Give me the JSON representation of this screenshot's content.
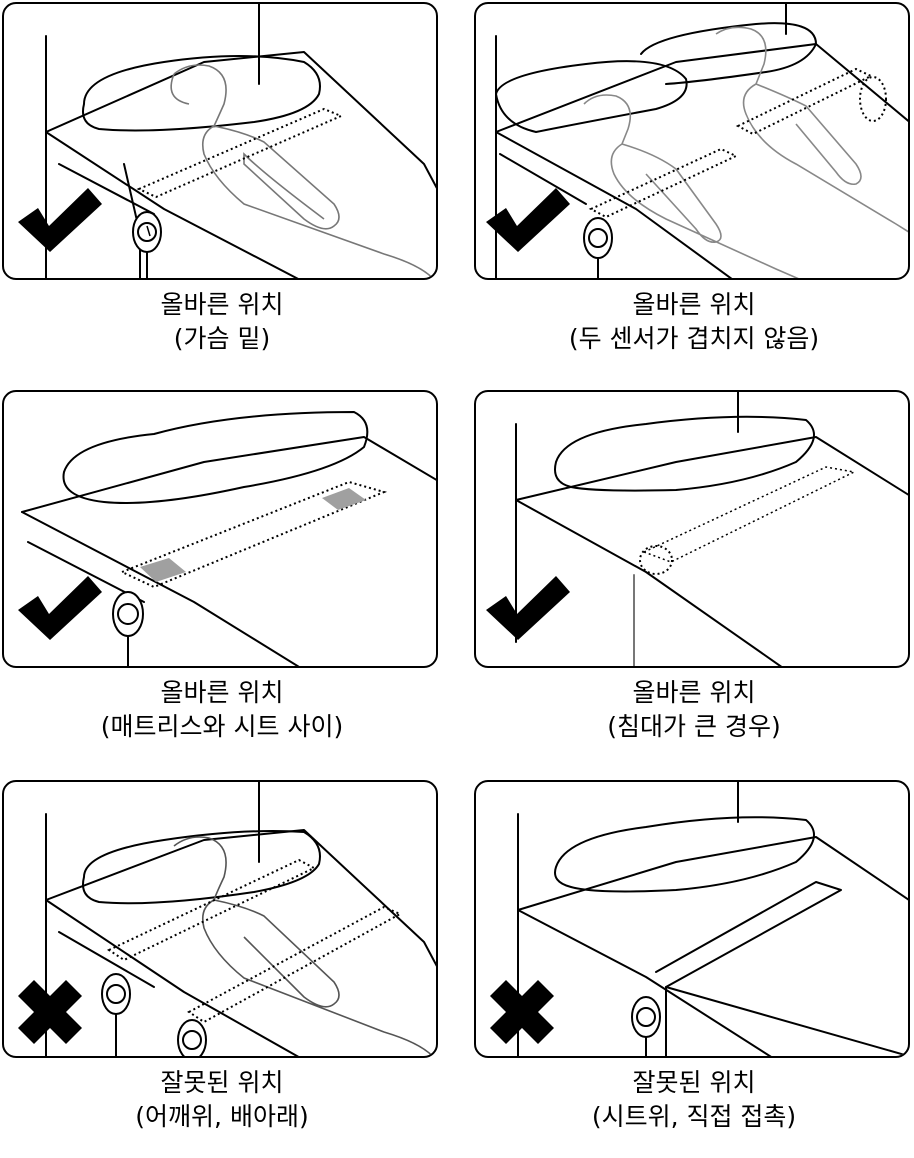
{
  "colors": {
    "ink": "#000000",
    "skin": "#777777",
    "shade": "#a0a0a0"
  },
  "panels": [
    {
      "label": "올바른 위치",
      "detail": "(가슴 밑)",
      "mark": "check-icon",
      "correct": true
    },
    {
      "label": "올바른 위치",
      "detail": "(두 센서가 겹치지 않음)",
      "mark": "check-icon",
      "correct": true
    },
    {
      "label": "올바른 위치",
      "detail": "(매트리스와 시트 사이)",
      "mark": "check-icon",
      "correct": true
    },
    {
      "label": "올바른 위치",
      "detail": "(침대가 큰 경우)",
      "mark": "check-icon",
      "correct": true
    },
    {
      "label": "잘못된 위치",
      "detail": "(어깨위, 배아래)",
      "mark": "cross-icon",
      "correct": false
    },
    {
      "label": "잘못된 위치",
      "detail": "(시트위, 직접 접촉)",
      "mark": "cross-icon",
      "correct": false
    }
  ]
}
